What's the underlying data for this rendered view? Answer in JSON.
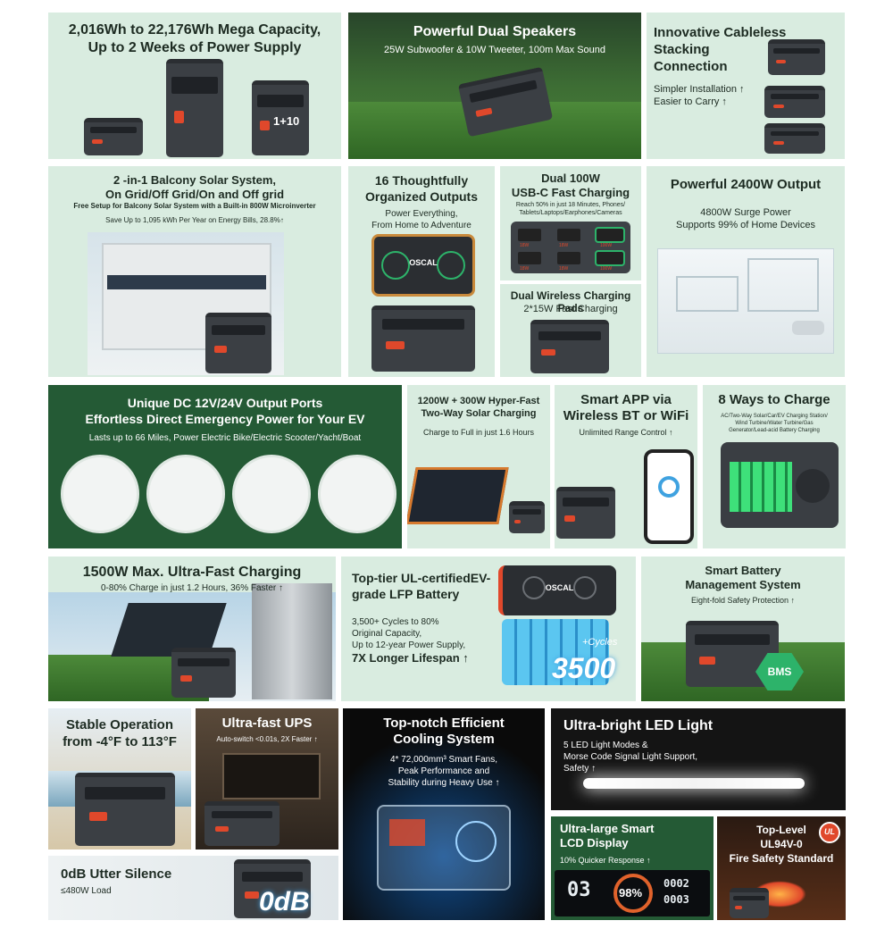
{
  "mega_capacity": {
    "title_1": "2,016Wh to 22,176Wh Mega Capacity,",
    "title_2": "Up to 2 Weeks of Power Supply",
    "badge": "1+10"
  },
  "speakers": {
    "title": "Powerful Dual Speakers",
    "subtitle": "25W Subwoofer & 10W Tweeter, 100m Max Sound"
  },
  "stacking": {
    "title_1": "Innovative Cableless",
    "title_2": "Stacking",
    "title_3": "Connection",
    "point_1": "Simpler Installation ↑",
    "point_2": "Easier to Carry ↑"
  },
  "balcony": {
    "title_1": "2 -in-1 Balcony Solar System,",
    "title_2": "On Grid/Off Grid/On and Off grid",
    "subtitle": "Free Setup for Balcony Solar System with a Built-in 800W Microinverter",
    "note": "Save Up to 1,095 kWh Per Year on Energy Bills,  28.8%↑"
  },
  "outputs": {
    "title_1": "16 Thoughtfully",
    "title_2": "Organized Outputs",
    "subtitle_1": "Power Everything,",
    "subtitle_2": "From Home to Adventure",
    "brand": "OSCAL"
  },
  "usbc": {
    "title_1": "Dual 100W",
    "title_2": "USB-C Fast Charging",
    "note_1": "Reach 50% in just 18 Minutes, Phones/",
    "note_2": "Tablets/Laptops/Earphones/Cameras",
    "port_labels": [
      "18W",
      "18W",
      "100W",
      "18W",
      "18W",
      "100W"
    ]
  },
  "wireless": {
    "title": "Dual Wireless Charging Pads",
    "subtitle": "2*15W Fast Charging"
  },
  "output_2400": {
    "title": "Powerful 2400W Output",
    "subtitle_1": "4800W Surge Power",
    "subtitle_2": "Supports 99% of Home Devices"
  },
  "dc_ports": {
    "title_1": "Unique DC 12V/24V Output Ports",
    "title_2": "Effortless Direct Emergency Power for Your EV",
    "subtitle": "Lasts up to 66 Miles,  Power Electric Bike/Electric Scooter/Yacht/Boat"
  },
  "solar_charging": {
    "title_1": "1200W + 300W Hyper-Fast",
    "title_2": "Two-Way Solar Charging",
    "subtitle": "Charge to Full in just 1.6 Hours"
  },
  "app": {
    "title_1": "Smart APP via",
    "title_2": "Wireless BT or WiFi",
    "subtitle": "Unlimited Range Control ↑"
  },
  "ways": {
    "title": "8 Ways to Charge",
    "subtitle_1": "AC/Two-Way Solar/Car/EV Charging Station/",
    "subtitle_2": "Wind Turbine/Water Turbine/Gas",
    "subtitle_3": "Generator/Lead-acid Battery Charging"
  },
  "fast_charging": {
    "title": "1500W Max. Ultra-Fast Charging",
    "subtitle": "0-80% Charge in just 1.2 Hours,  36% Faster ↑"
  },
  "lfp": {
    "title_1": "Top-tier UL-certifiedEV-",
    "title_2": "grade LFP Battery",
    "text_1": "3,500+ Cycles to 80%",
    "text_2": "Original Capacity,",
    "text_3": "Up to 12-year Power Supply,",
    "highlight": "7X Longer Lifespan ↑",
    "cycles_label": "+Cycles",
    "cycles_value": "3500",
    "brand": "OSCAL"
  },
  "bms": {
    "title_1": "Smart Battery",
    "title_2": "Management System",
    "subtitle": "Eight-fold Safety Protection ↑",
    "badge": "BMS"
  },
  "stable": {
    "title_1": "Stable Operation",
    "title_2": "from -4°F to 113°F"
  },
  "ups": {
    "title": "Ultra-fast UPS",
    "subtitle": "Auto-switch <0.01s,  2X Faster ↑"
  },
  "cooling": {
    "title_1": "Top-notch Efficient",
    "title_2": "Cooling System",
    "text_1": "4* 72,000mm³ Smart Fans,",
    "text_2": "Peak Performance and",
    "text_3": "Stability during Heavy Use ↑"
  },
  "led": {
    "title": "Ultra-bright LED Light",
    "text_1": "5 LED Light Modes &",
    "text_2": "Morse Code Signal Light Support,",
    "text_3": "Safety ↑"
  },
  "silence": {
    "title": "0dB Utter Silence",
    "subtitle": "≤480W Load",
    "big": "0dB"
  },
  "lcd": {
    "title_1": "Ultra-large Smart",
    "title_2": "LCD Display",
    "subtitle": "10% Quicker Response ↑",
    "readout_1": "03",
    "readout_2": "98%",
    "readout_3": "0002",
    "readout_4": "0003"
  },
  "fire": {
    "title_1": "Top-Level",
    "title_2": "UL94V-0",
    "title_3": "Fire Safety Standard",
    "logo": "UL"
  }
}
